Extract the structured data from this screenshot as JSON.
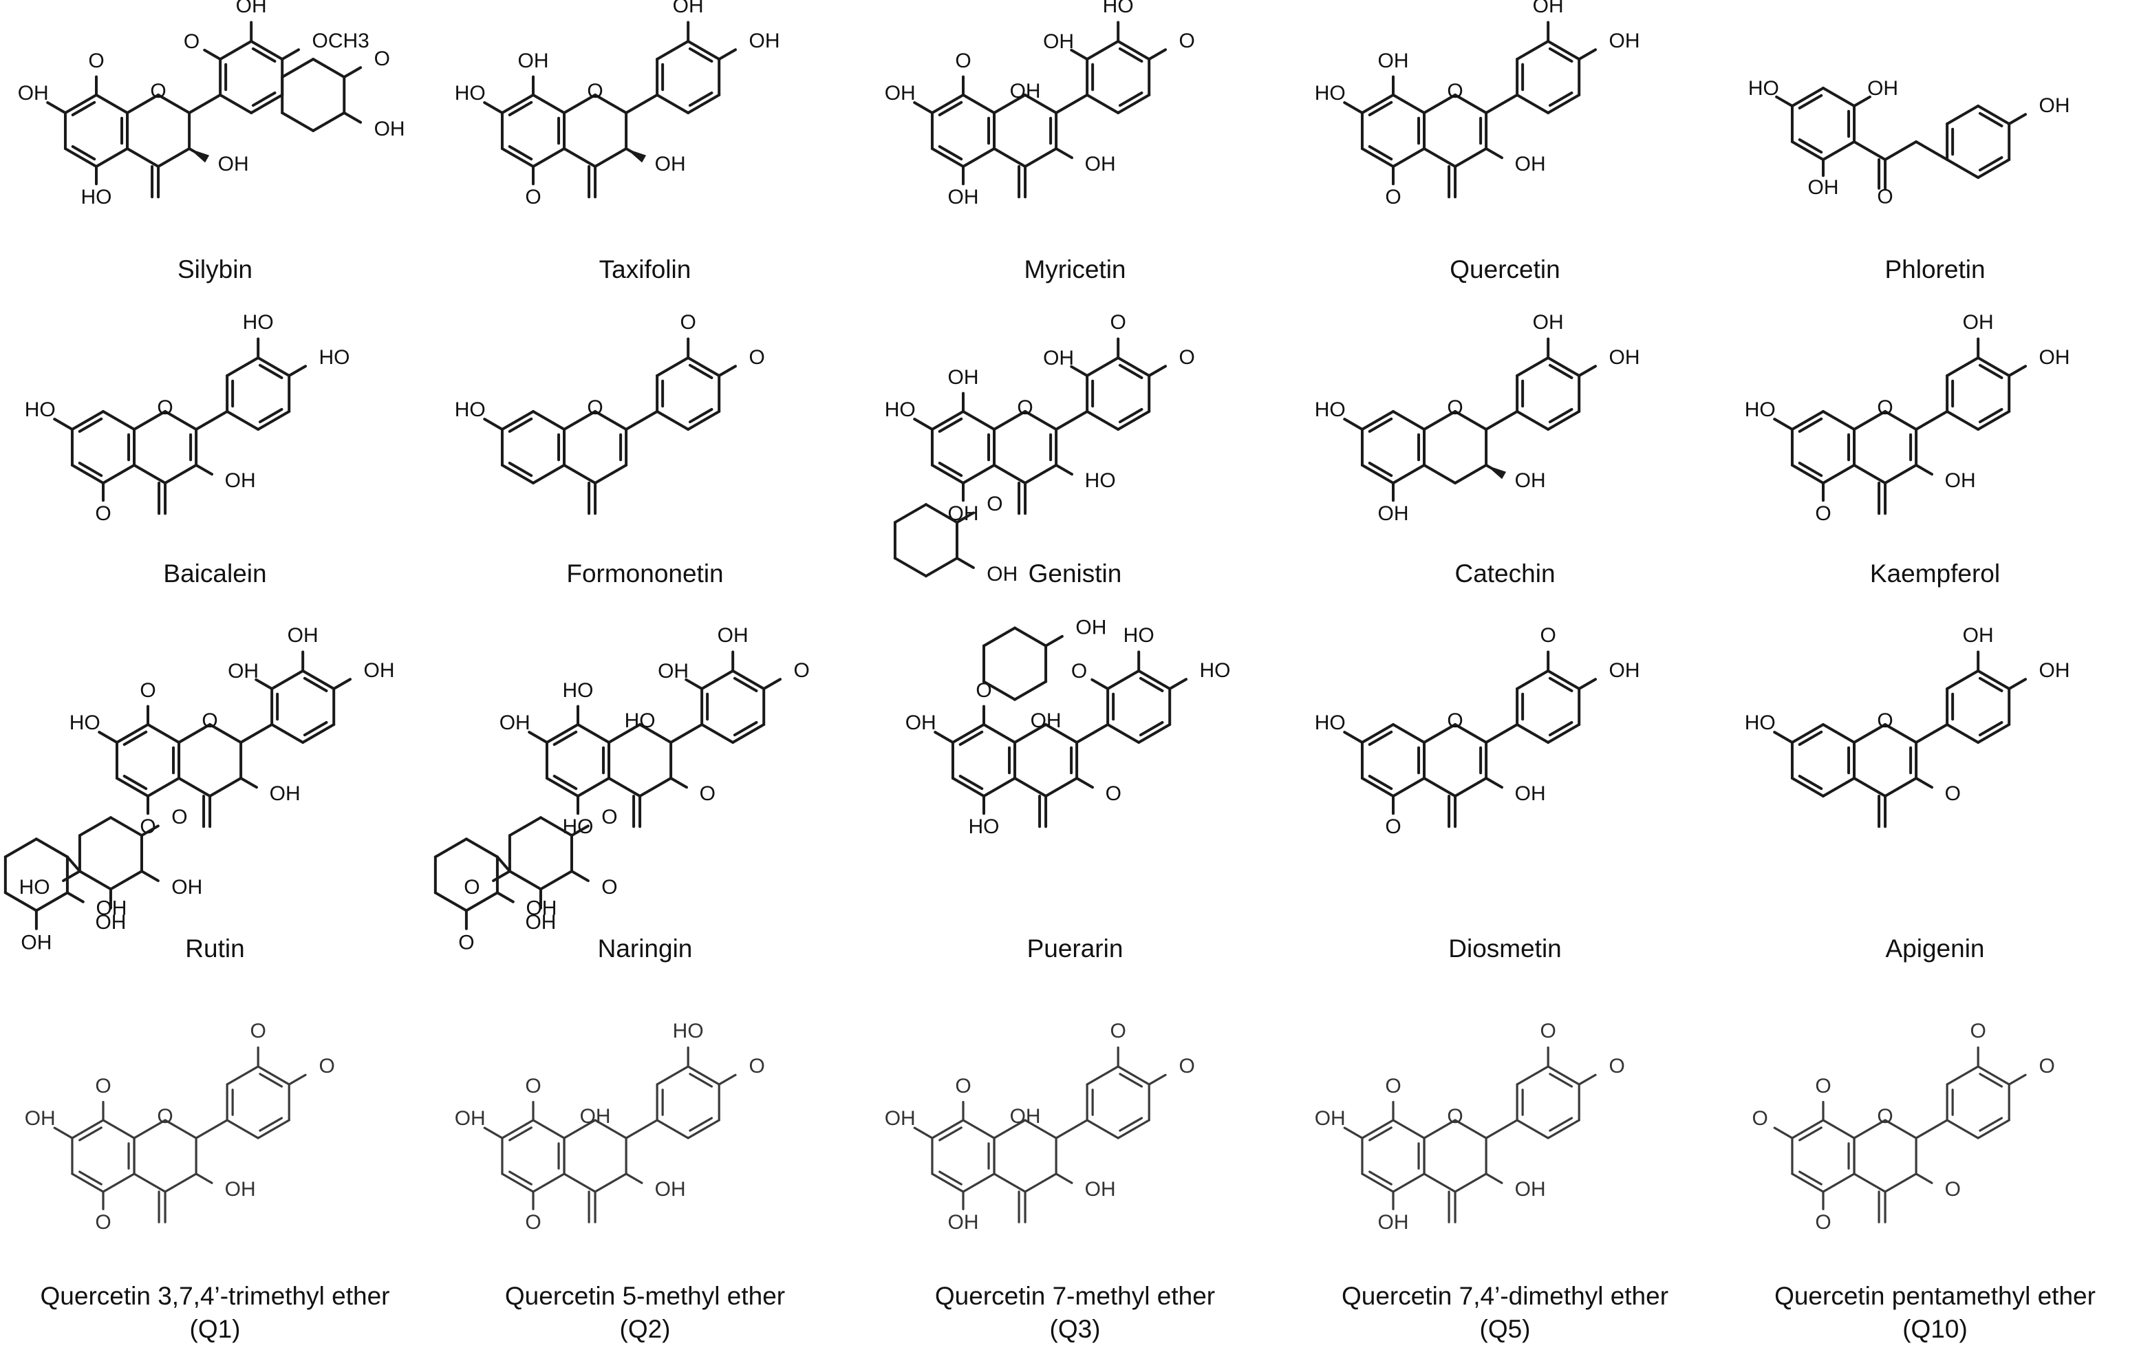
{
  "compounds": [
    {
      "name": "Silybin",
      "labels": [
        "OH",
        "O",
        "OH",
        "OCH3",
        "OH",
        "HO",
        "O",
        "O",
        "O",
        "OH"
      ]
    },
    {
      "name": "Taxifolin",
      "labels": [
        "HO",
        "O",
        "OH",
        "OH",
        "OH",
        "O",
        "OH"
      ]
    },
    {
      "name": "Myricetin",
      "labels": [
        "OH",
        "OH",
        "HO",
        "O",
        "OH",
        "OH",
        "O",
        "OH"
      ]
    },
    {
      "name": "Quercetin",
      "labels": [
        "HO",
        "O",
        "OH",
        "OH",
        "OH",
        "O",
        "OH"
      ]
    },
    {
      "name": "Phloretin",
      "labels": [
        "HO",
        "OH",
        "OH",
        "OH",
        "O"
      ]
    },
    {
      "name": "Baicalein",
      "labels": [
        "HO",
        "O",
        "HO",
        "HO",
        "OH",
        "O"
      ]
    },
    {
      "name": "Formononetin",
      "labels": [
        "HO",
        "O",
        "O",
        "O"
      ]
    },
    {
      "name": "Genistin",
      "labels": [
        "HO",
        "O",
        "O",
        "O",
        "HO",
        "OH",
        "OH",
        "OH",
        "O",
        "OH"
      ]
    },
    {
      "name": "Catechin",
      "labels": [
        "HO",
        "O",
        "OH",
        "OH",
        "OH",
        "OH"
      ]
    },
    {
      "name": "Kaempferol",
      "labels": [
        "HO",
        "O",
        "OH",
        "OH",
        "OH",
        "O"
      ]
    },
    {
      "name": "Rutin",
      "labels": [
        "HO",
        "O",
        "OH",
        "OH",
        "OH",
        "O",
        "O",
        "OH",
        "O",
        "OH",
        "OH",
        "HO",
        "OH",
        "OH"
      ]
    },
    {
      "name": "Naringin",
      "labels": [
        "OH",
        "HO",
        "OH",
        "O",
        "O",
        "HO",
        "HO",
        "OH",
        "O",
        "O",
        "OH",
        "O",
        "OH",
        "O"
      ]
    },
    {
      "name": "Puerarin",
      "labels": [
        "OH",
        "OH",
        "HO",
        "HO",
        "O",
        "HO",
        "O",
        "O",
        "OH"
      ]
    },
    {
      "name": "Diosmetin",
      "labels": [
        "HO",
        "O",
        "O",
        "OH",
        "OH",
        "O"
      ]
    },
    {
      "name": "Apigenin",
      "labels": [
        "HO",
        "O",
        "OH",
        "OH",
        "O"
      ]
    },
    {
      "name": "Quercetin 3,7,4’-trimethyl ether",
      "abbrev": "(Q1)",
      "labels": [
        "OH",
        "O",
        "O",
        "O",
        "OH",
        "O",
        "O"
      ]
    },
    {
      "name": "Quercetin 5-methyl ether",
      "abbrev": "(Q2)",
      "labels": [
        "OH",
        "OH",
        "HO",
        "O",
        "OH",
        "O",
        "O"
      ]
    },
    {
      "name": "Quercetin 7-methyl ether",
      "abbrev": "(Q3)",
      "labels": [
        "OH",
        "OH",
        "O",
        "O",
        "OH",
        "OH",
        "O"
      ]
    },
    {
      "name": "Quercetin 7,4’-dimethyl ether",
      "abbrev": "(Q5)",
      "labels": [
        "OH",
        "O",
        "O",
        "O",
        "OH",
        "OH",
        "O"
      ]
    },
    {
      "name": "Quercetin pentamethyl ether",
      "abbrev": "(Q10)",
      "labels": [
        "O",
        "O",
        "O",
        "O",
        "O",
        "O",
        "O"
      ]
    }
  ],
  "colors": {
    "ink": "#111111",
    "bond": "#1a1a1a",
    "background": "#ffffff"
  }
}
